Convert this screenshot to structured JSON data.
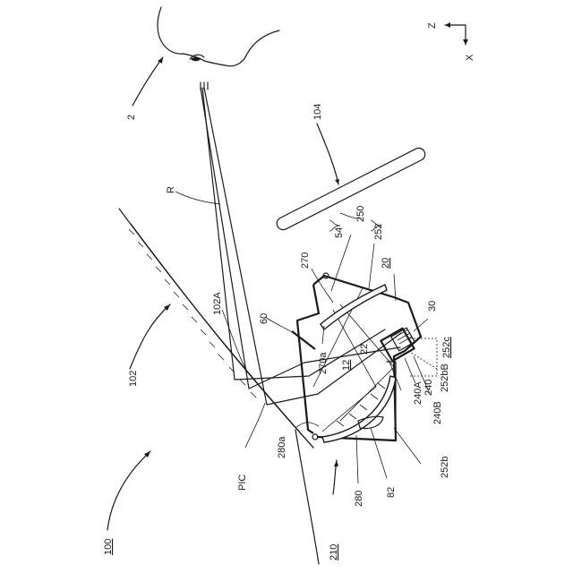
{
  "labels": {
    "axis_z": "Z",
    "axis_x": "X",
    "eye_2": "2",
    "ray_R": "R",
    "windshield_102": "102",
    "area_102A": "102A",
    "mirror_60": "60",
    "pic": "PIC",
    "board_104": "104",
    "ref_250": "250",
    "ref_54": "54",
    "ref_252": "252",
    "ref_20": "20",
    "ref_270": "270",
    "ref_30": "30",
    "ref_22": "22",
    "ref_270a": "270a",
    "ref_12": "12",
    "ref_252c": "252c",
    "ref_252bB": "252bB",
    "ref_240A": "240A",
    "ref_240": "240",
    "ref_240B": "240B",
    "ref_280a": "280a",
    "ref_280": "280",
    "ref_82": "82",
    "ref_252b": "252b",
    "ref_210": "210",
    "ref_100": "100"
  }
}
